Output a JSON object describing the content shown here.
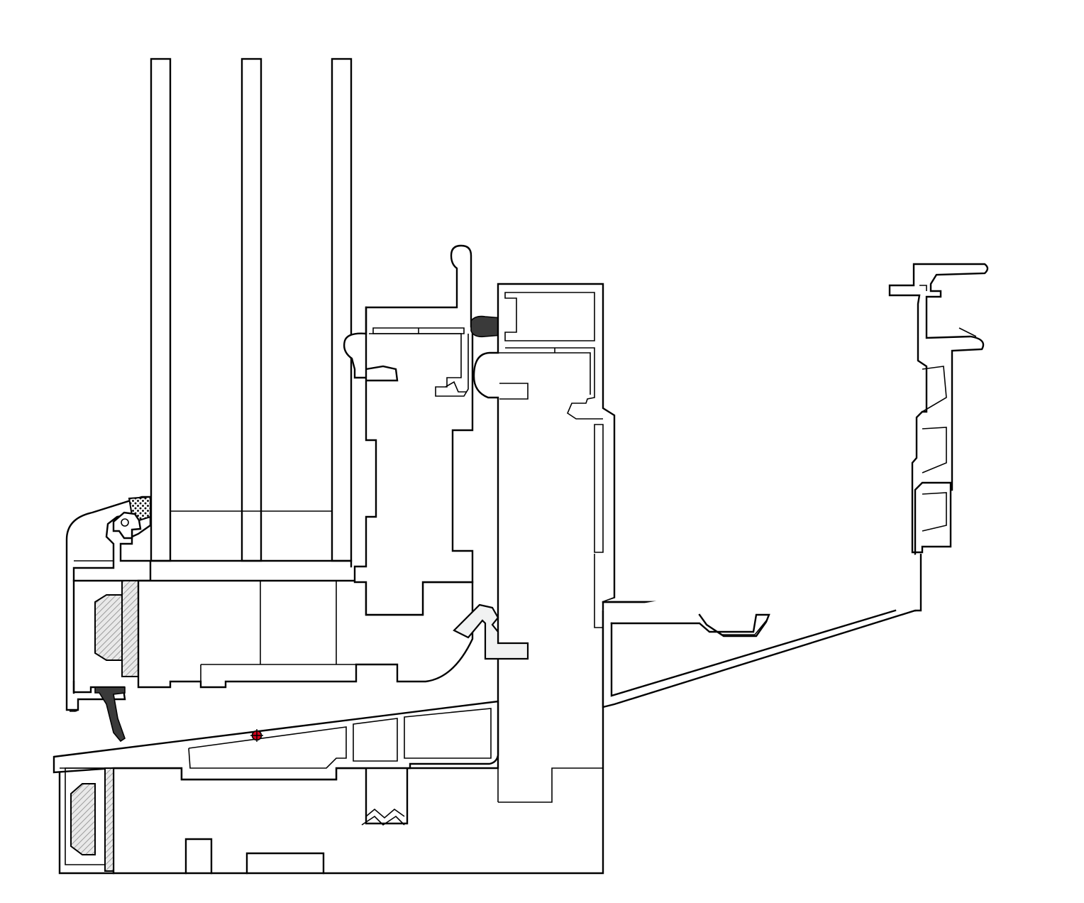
{
  "drawing": {
    "type": "window sill section detail",
    "colors": {
      "line": "#000000",
      "background": "#ffffff",
      "gasket": "#3a3a3a",
      "insulation_hatch": "#9a9a9a",
      "pale_fill": "#f1f2f2",
      "fixing_marker": "#d0021b"
    },
    "components": [
      "triple-glazing-unit",
      "sash-frame-profile",
      "outer-frame-profile",
      "external-cladding-profile",
      "window-sill",
      "glazing-bead",
      "thermal-insulation-insert",
      "weather-seal-gasket",
      "screw-fixing"
    ],
    "glass_panes": 3
  }
}
